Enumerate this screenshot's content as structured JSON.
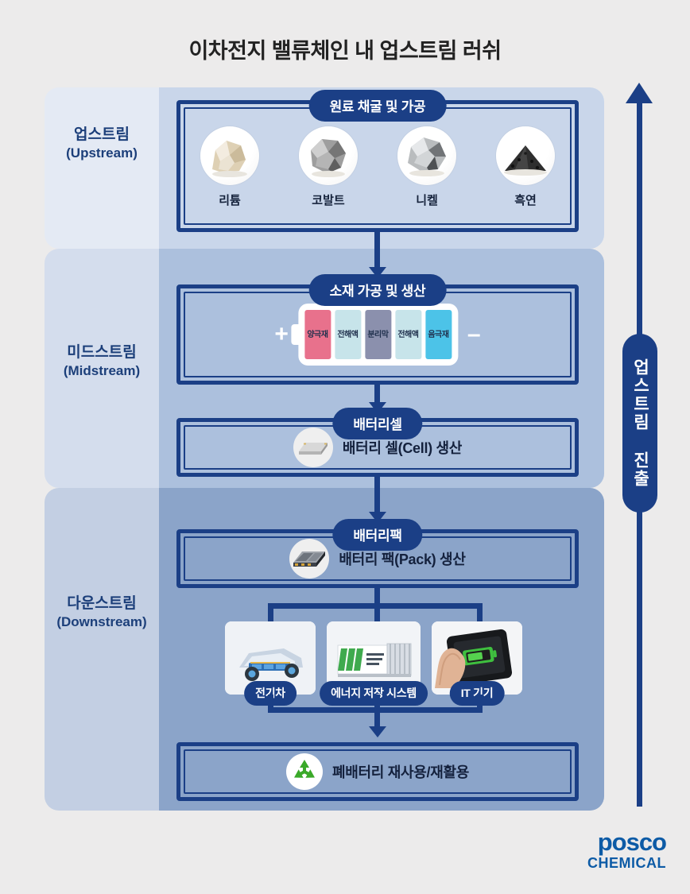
{
  "title": "이차전지 밸류체인 내 업스트림 러쉬",
  "stages": [
    {
      "kr": "업스트림",
      "en": "(Upstream)"
    },
    {
      "kr": "미드스트림",
      "en": "(Midstream)"
    },
    {
      "kr": "다운스트림",
      "en": "(Downstream)"
    }
  ],
  "raw_materials": {
    "header": "원료 채굴 및 가공",
    "items": [
      {
        "name": "리튬",
        "icon": "lithium-ore-icon"
      },
      {
        "name": "코발트",
        "icon": "cobalt-ore-icon"
      },
      {
        "name": "니켈",
        "icon": "nickel-ore-icon"
      },
      {
        "name": "흑연",
        "icon": "graphite-powder-icon"
      }
    ]
  },
  "materials": {
    "header": "소재 가공 및 생산",
    "plus": "+",
    "minus": "–",
    "segments": [
      {
        "label": "양극재",
        "color": "#e8718c"
      },
      {
        "label": "전해액",
        "color": "#c7e4ea"
      },
      {
        "label": "분리막",
        "color": "#8b90ad"
      },
      {
        "label": "전해액",
        "color": "#c7e4ea"
      },
      {
        "label": "음극재",
        "color": "#4cc3e8"
      }
    ]
  },
  "cell": {
    "header": "배터리셀",
    "text": "배터리 셀(Cell) 생산",
    "icon": "battery-cell-icon"
  },
  "pack": {
    "header": "배터리팩",
    "text": "배터리 팩(Pack) 생산",
    "icon": "battery-pack-icon"
  },
  "applications": [
    {
      "label": "전기차",
      "icon": "electric-vehicle-icon"
    },
    {
      "label": "에너지 저장 시스템",
      "icon": "energy-storage-system-icon"
    },
    {
      "label": "IT 기기",
      "icon": "smartphone-charging-icon"
    }
  ],
  "recycle": {
    "text": "폐배터리 재사용/재활용",
    "icon": "recycle-icon"
  },
  "side_arrow": {
    "label": "업스트림 진출"
  },
  "logo": {
    "line1": "posco",
    "line2": "CHEMICAL"
  },
  "colors": {
    "navy": "#1b3f86",
    "band_upstream": "#e4eaf4",
    "band_midstream": "#d4dded",
    "band_downstream": "#c3cfe3",
    "col_upstream": "#c9d6ea",
    "col_midstream": "#acc0dd",
    "col_downstream": "#8ba4c9",
    "background": "#ecebeb",
    "logo_blue": "#0d5ba6",
    "recycle_green": "#3aa929"
  }
}
